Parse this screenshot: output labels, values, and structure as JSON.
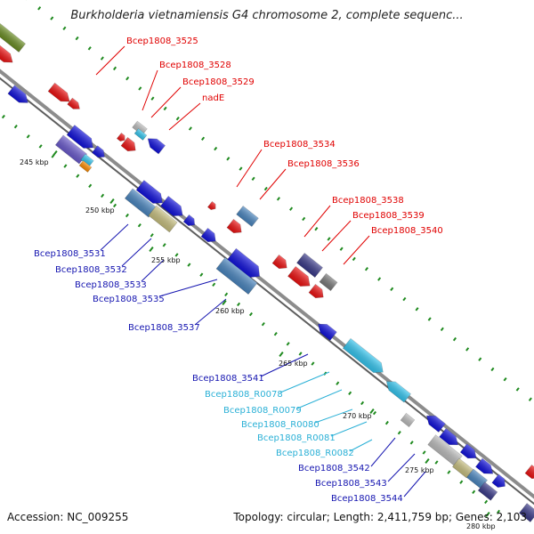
{
  "title": "Burkholderia vietnamiensis G4 chromosome 2, complete sequenc...",
  "accession": "Accession: NC_009255",
  "topology": "Topology: circular; Length: 2,411,759 bp; Genes: 2,103",
  "ticks": [
    {
      "label": "245 kbp"
    },
    {
      "label": "250 kbp"
    },
    {
      "label": "255 kbp"
    },
    {
      "label": "260 kbp"
    },
    {
      "label": "265 kbp"
    },
    {
      "label": "270 kbp"
    },
    {
      "label": "275 kbp"
    },
    {
      "label": "280 kbp"
    }
  ],
  "top_labels": [
    {
      "label": "Bcep1808_3525",
      "color": "#e00000"
    },
    {
      "label": "Bcep1808_3528",
      "color": "#e00000"
    },
    {
      "label": "Bcep1808_3529",
      "color": "#e00000"
    },
    {
      "label": "nadE",
      "color": "#e00000"
    },
    {
      "label": "Bcep1808_3534",
      "color": "#e00000"
    },
    {
      "label": "Bcep1808_3536",
      "color": "#e00000"
    },
    {
      "label": "Bcep1808_3538",
      "color": "#e00000"
    },
    {
      "label": "Bcep1808_3539",
      "color": "#e00000"
    },
    {
      "label": "Bcep1808_3540",
      "color": "#e00000"
    }
  ],
  "bottom_labels": [
    {
      "label": "Bcep1808_3531",
      "color": "#1515b0"
    },
    {
      "label": "Bcep1808_3532",
      "color": "#1515b0"
    },
    {
      "label": "Bcep1808_3533",
      "color": "#1515b0"
    },
    {
      "label": "Bcep1808_3535",
      "color": "#1515b0"
    },
    {
      "label": "Bcep1808_3537",
      "color": "#1515b0"
    },
    {
      "label": "Bcep1808_3541",
      "color": "#1515b0"
    },
    {
      "label": "Bcep1808_R0078",
      "color": "#2ab0d6"
    },
    {
      "label": "Bcep1808_R0079",
      "color": "#2ab0d6"
    },
    {
      "label": "Bcep1808_R0080",
      "color": "#2ab0d6"
    },
    {
      "label": "Bcep1808_R0081",
      "color": "#2ab0d6"
    },
    {
      "label": "Bcep1808_R0082",
      "color": "#2ab0d6"
    },
    {
      "label": "Bcep1808_3542",
      "color": "#1515b0"
    },
    {
      "label": "Bcep1808_3543",
      "color": "#1515b0"
    },
    {
      "label": "Bcep1808_3544",
      "color": "#1515b0"
    }
  ],
  "colors": {
    "forward_gene": "#ee1111",
    "reverse_gene": "#1111dd",
    "steel_blue": "#4a86c0",
    "olive": "#c8c080",
    "purple": "#6a5acd",
    "slate": "#3a3a8a",
    "gray": "#7a7a7a",
    "light_gray": "#bdbdbd",
    "cyan": "#34c6f0",
    "backbone": "#8c8c8c",
    "tick_green": "#1f8a1f",
    "green_bar": "#6b8e23",
    "orange": "#ff8c00"
  }
}
